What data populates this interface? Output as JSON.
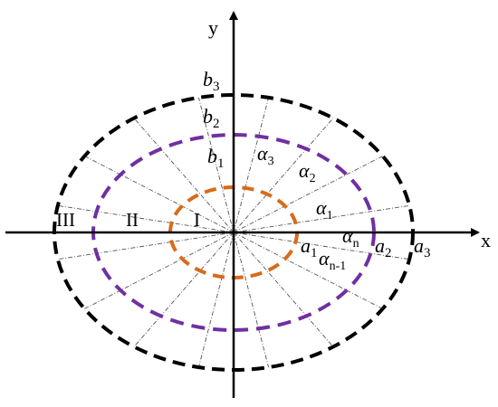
{
  "axes": {
    "x_label": "x",
    "y_label": "y"
  },
  "regions": {
    "region_1": "I",
    "region_2": "II",
    "region_3": "III"
  },
  "semi_axes": {
    "a1_left": "a",
    "a1_left_sub": "1",
    "a2": "a",
    "a2_sub": "2",
    "a3": "a",
    "a3_sub": "3",
    "b1": "b",
    "b1_sub": "1",
    "b2": "b",
    "b2_sub": "2",
    "b3": "b",
    "b3_sub": "3"
  },
  "angles": {
    "alpha_1_inner": "α",
    "alpha_1_inner_sub": "1",
    "alpha_1": "α",
    "alpha_1_sub": "1",
    "alpha_2": "α",
    "alpha_2_sub": "2",
    "alpha_3": "α",
    "alpha_3_sub": "3",
    "alpha_n": "α",
    "alpha_n_sub": "n",
    "alpha_n_minus_1": "α",
    "alpha_n_minus_1_sub": "n-1"
  },
  "colors": {
    "outer_ellipse": "#000000",
    "middle_ellipse": "#7030a0",
    "inner_ellipse": "#d86a1a",
    "radial_lines": "#555555",
    "axes": "#000000"
  }
}
